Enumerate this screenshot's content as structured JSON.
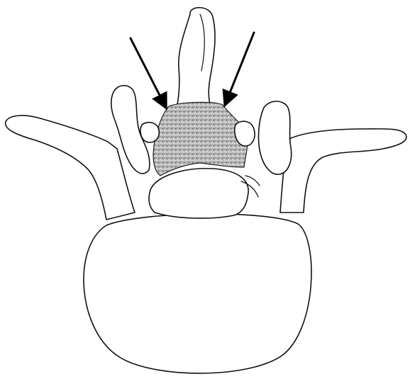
{
  "figure": {
    "subject": "vertebra-superior-view",
    "highlight_region": "lamina-stippled",
    "arrow_count": 2,
    "colors": {
      "line": "#111111",
      "stipple": "#8a8a8a",
      "background": "#ffffff"
    }
  }
}
